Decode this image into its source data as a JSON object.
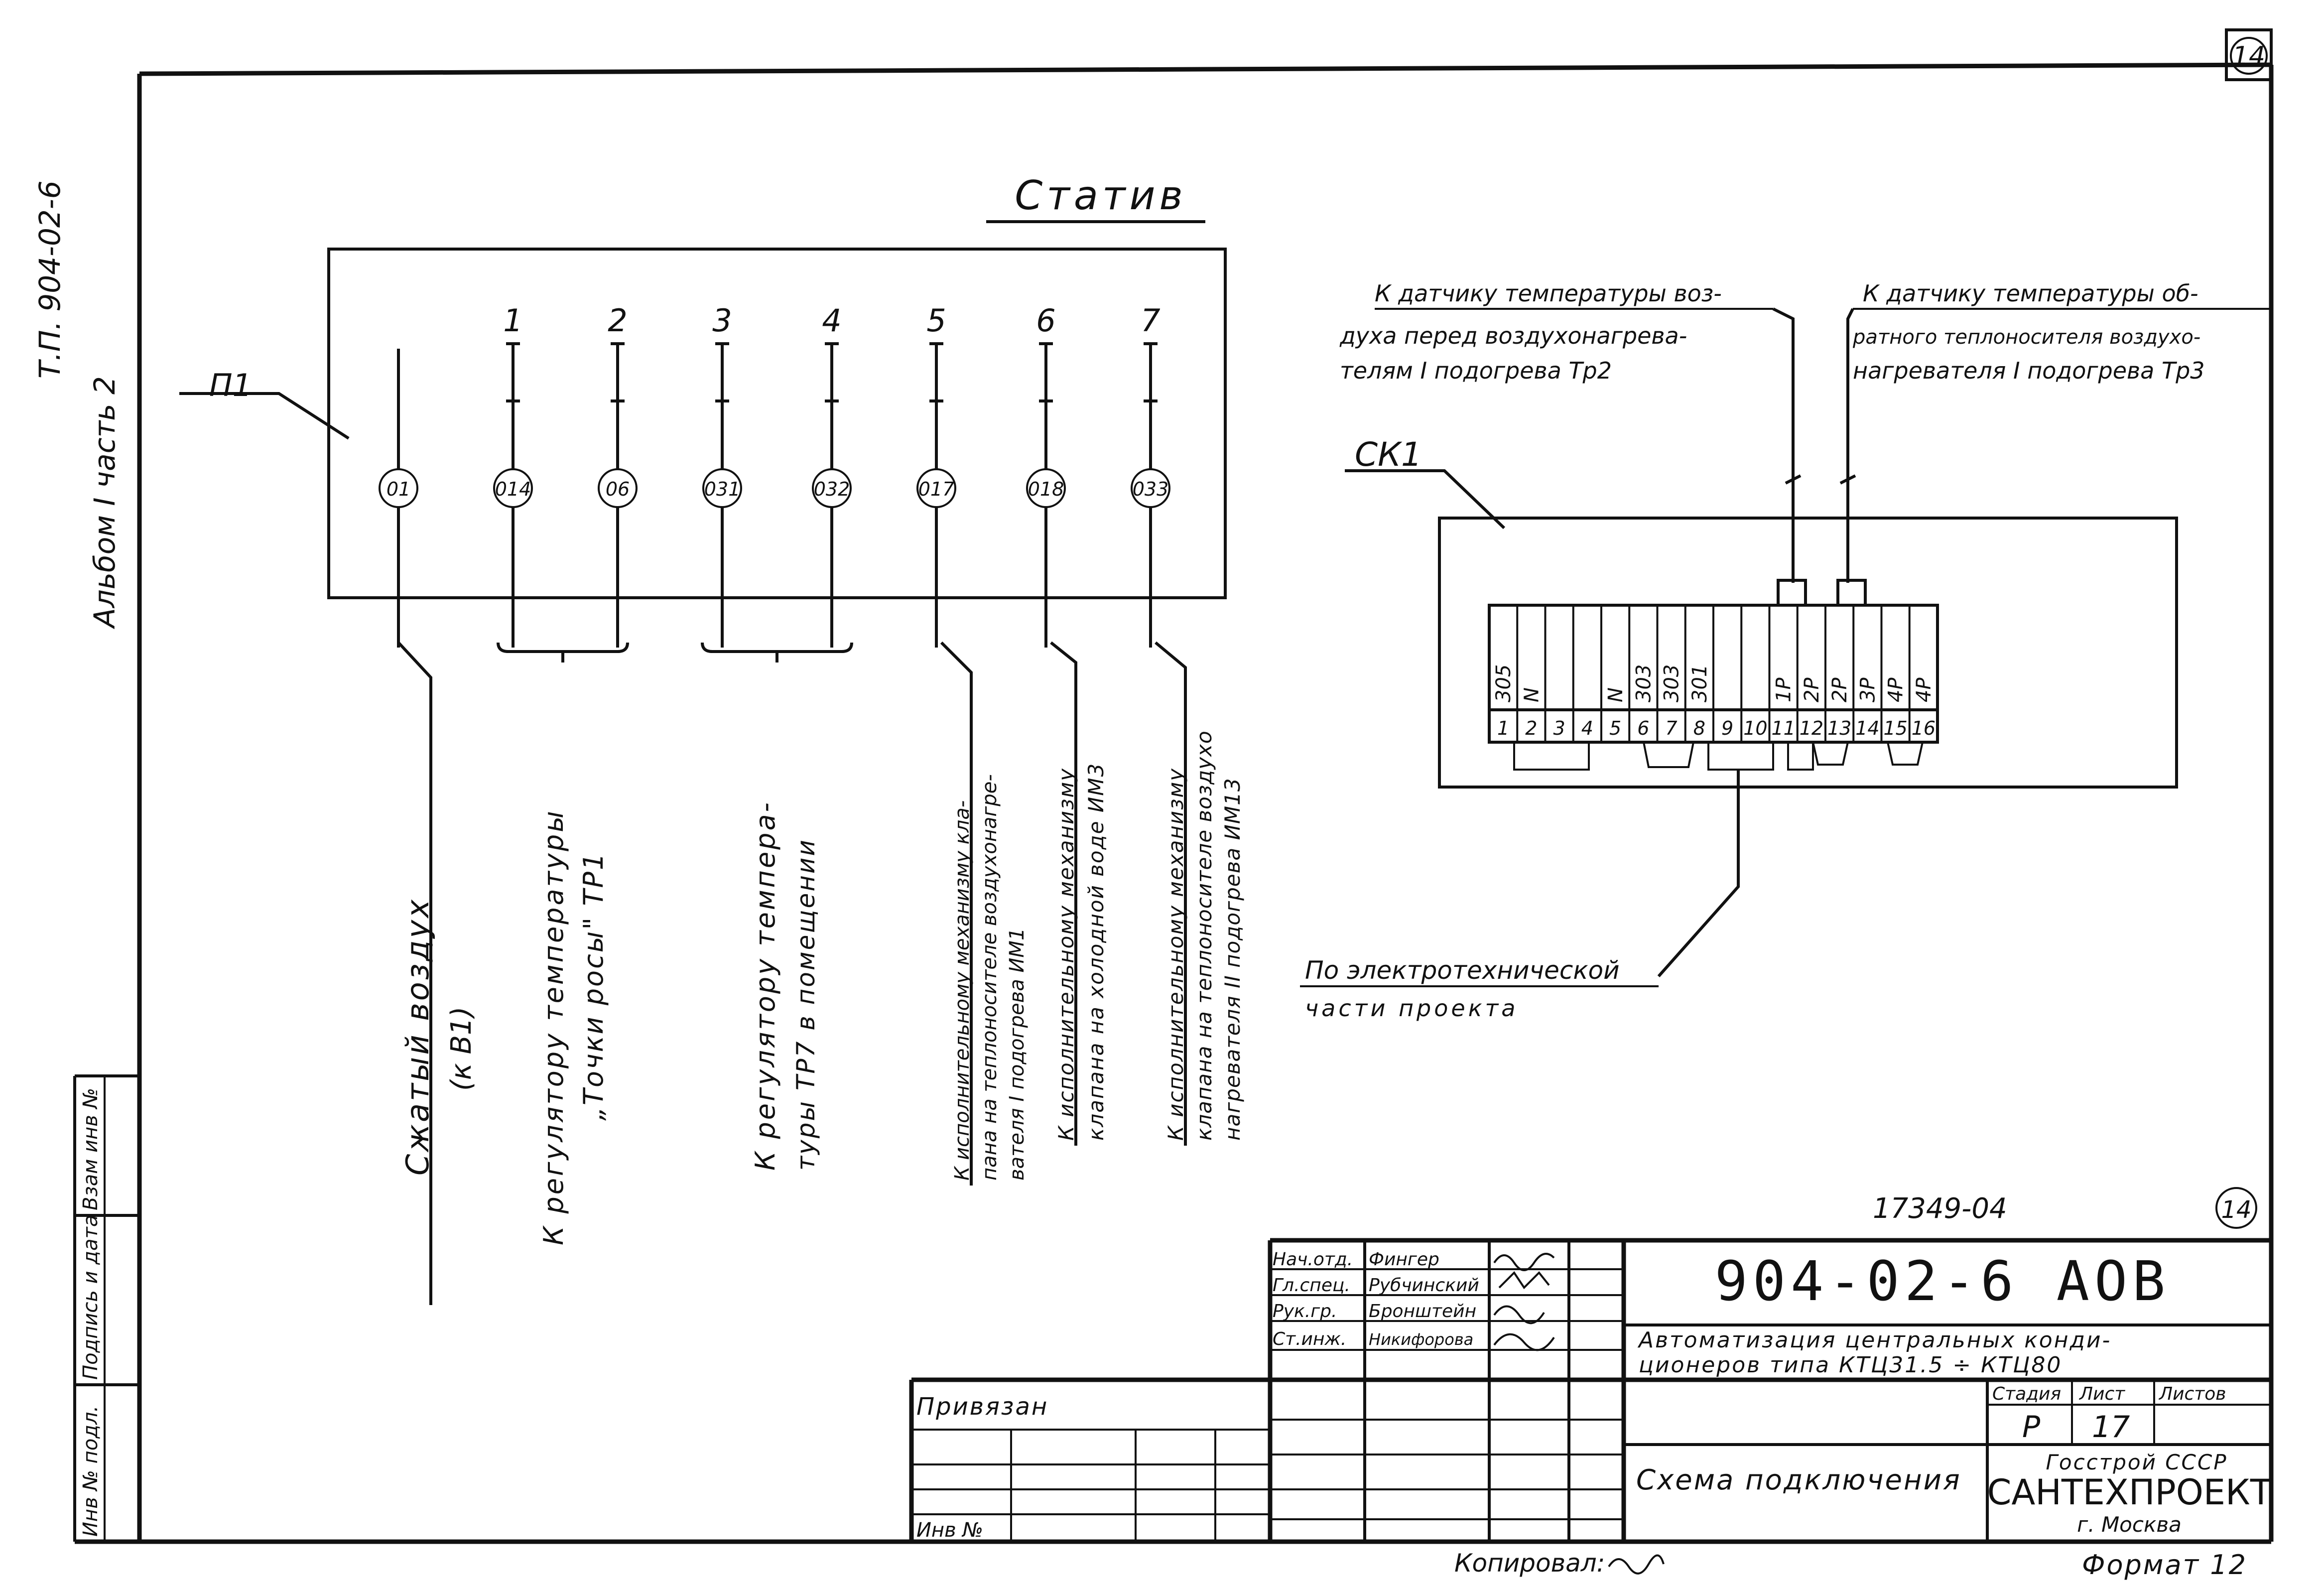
{
  "page_number": "14",
  "left_margin": {
    "doc_code": "Т.П. 904-02-6",
    "album": "Альбом I часть 2"
  },
  "stand": {
    "title": "Статив",
    "panel_label": "П1",
    "columns": [
      {
        "num": "",
        "code": "01",
        "dest": "Сжатый воздух (к В1)"
      },
      {
        "num": "1",
        "code": "014",
        "dest": ""
      },
      {
        "num": "2",
        "code": "06",
        "dest": ""
      },
      {
        "num": "3",
        "code": "031",
        "dest": ""
      },
      {
        "num": "4",
        "code": "032",
        "dest": ""
      },
      {
        "num": "5",
        "code": "017",
        "dest": ""
      },
      {
        "num": "6",
        "code": "018",
        "dest": ""
      },
      {
        "num": "7",
        "code": "033",
        "dest": ""
      }
    ]
  },
  "destinations": {
    "d01_line1": "Сжатый воздух",
    "d01_line2": "(к В1)",
    "d12_line1": "К регулятору температуры",
    "d12_line2": "„Точки росы\" ТР1",
    "d34_line1": "К регулятору темпера-",
    "d34_line2": "туры ТР7 в помещении",
    "d5_line1": "К исполнительному механизму кла-",
    "d5_line2": "пана на теплоносителе воздухонагре-",
    "d5_line3": "вателя I подогрева ИМ1",
    "d6_line1": "К исполнительному механизму",
    "d6_line2": "клапана на холодной воде ИМ3",
    "d7_line1": "К исполнительному механизму",
    "d7_line2": "клапана на теплоносителе воздухо",
    "d7_line3": "нагревателя II подогрева ИМ13"
  },
  "box": {
    "label": "СК1",
    "sensor1": [
      "К датчику температуры воз-",
      "духа перед воздухонагрева-",
      "телям I подогрева Тр2"
    ],
    "sensor2": [
      "К датчику температуры об-",
      "ратного теплоносителя воздухо-",
      "нагревателя I подогрева Тр3"
    ],
    "terminals": [
      "1",
      "2",
      "3",
      "4",
      "5",
      "6",
      "7",
      "8",
      "9",
      "10",
      "11",
      "12",
      "13",
      "14",
      "15",
      "16"
    ],
    "wires": [
      "",
      "305",
      "N",
      "",
      "",
      "N",
      "303",
      "303",
      "301",
      "",
      "",
      "1Р",
      "2Р",
      "2Р",
      "3Р",
      "4Р",
      "4Р"
    ],
    "elec_line1": "По электротехнической",
    "elec_line2": "части проекта"
  },
  "stamp": {
    "reg_number": "17349-04",
    "corner_number": "14",
    "doc_number": "904-02-6 АОВ",
    "title_line1": "Автоматизация центральных конди-",
    "title_line2": "ционеров типа КТЦ31.5 ÷ КТЦ80",
    "sheet_title": "Схема подключения",
    "roles": [
      "Нач.отд.",
      "Гл.спец.",
      "Рук.гр.",
      "Ст.инж."
    ],
    "names": [
      "Фингер",
      "Рубчинский",
      "Бронштейн",
      "Никифорова"
    ],
    "stage_hdr": "Стадия",
    "sheet_hdr": "Лист",
    "sheets_hdr": "Листов",
    "stage": "Р",
    "sheet": "17",
    "org1": "Госстрой СССР",
    "org2": "САНТЕХПРОЕКТ",
    "org3": "г. Москва",
    "privyazan": "Привязан",
    "inv": "Инв №"
  },
  "side_stamp": [
    "Инв № подл.",
    "Подпись и дата",
    "Взам инв №"
  ],
  "footer": {
    "copied": "Копировал:",
    "format": "Формат 12"
  }
}
